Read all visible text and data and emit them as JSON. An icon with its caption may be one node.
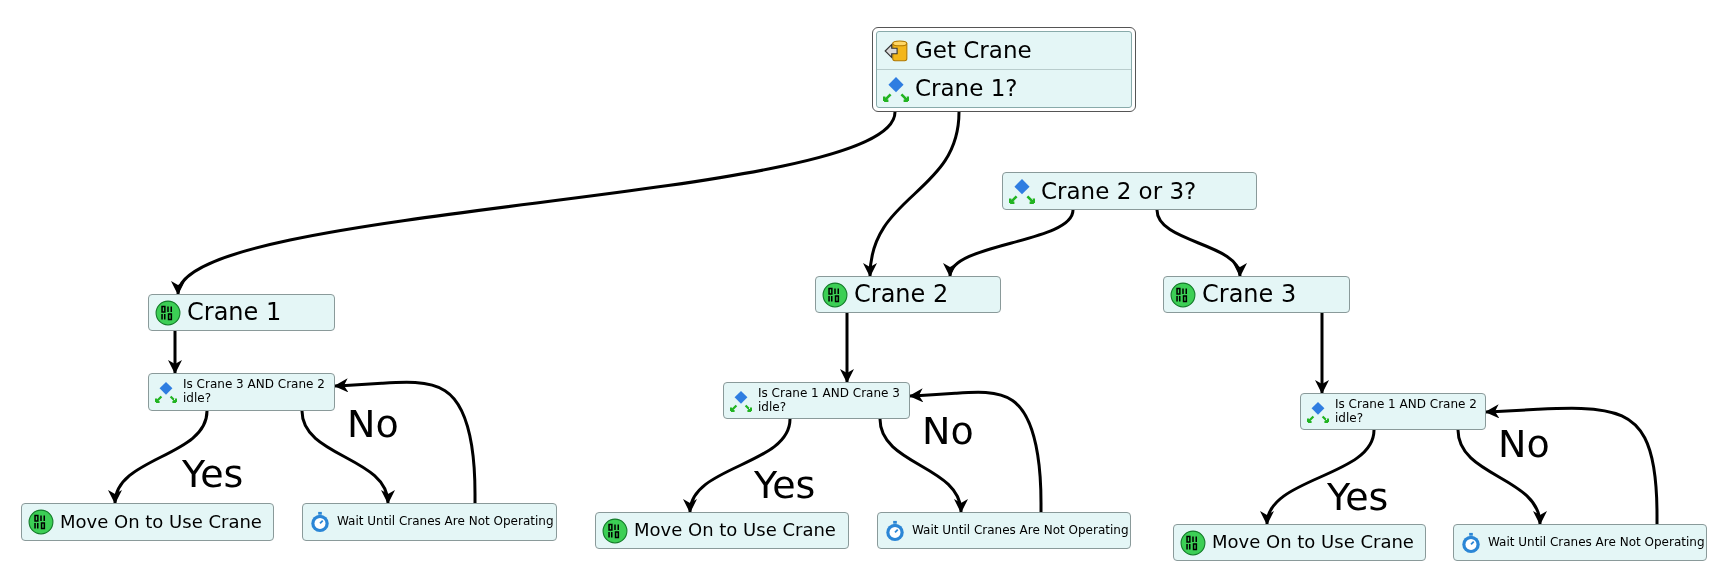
{
  "diagram": {
    "nodes": [
      {
        "text": [
          "Get Crane",
          "Crane 1?"
        ]
      },
      {
        "text": [
          "Crane 2 or 3?"
        ]
      },
      {
        "text": [
          "Crane 1"
        ]
      },
      {
        "text": [
          "Crane 2"
        ]
      },
      {
        "text": [
          "Crane 3"
        ]
      },
      {
        "text": [
          "Is Crane 3 AND Crane 2 idle?"
        ]
      },
      {
        "text": [
          "Is Crane 1 AND Crane 3 idle?"
        ]
      },
      {
        "text": [
          "Is Crane 1 AND Crane 2 idle?"
        ]
      },
      {
        "text": [
          "Move On to Use Crane"
        ]
      },
      {
        "text": [
          "Wait Until Cranes Are Not Operating"
        ]
      },
      {
        "text": [
          "Move On to Use Crane"
        ]
      },
      {
        "text": [
          "Wait Until Cranes Are Not Operating"
        ]
      },
      {
        "text": [
          "Move On to Use Crane"
        ]
      },
      {
        "text": [
          "Wait Until Cranes Are Not Operating"
        ]
      }
    ],
    "edges": [
      {
        "from": 0,
        "to": 2,
        "arrow": "to"
      },
      {
        "from": 0,
        "to": 3,
        "arrow": "to"
      },
      {
        "from": 1,
        "to": 3,
        "arrow": "to"
      },
      {
        "from": 1,
        "to": 4,
        "arrow": "to"
      },
      {
        "from": 2,
        "to": 5,
        "arrow": "to"
      },
      {
        "from": 3,
        "to": 6,
        "arrow": "to"
      },
      {
        "from": 4,
        "to": 7,
        "arrow": "to"
      },
      {
        "from": 5,
        "to": 8,
        "arrow": "to",
        "label": "Yes"
      },
      {
        "from": 5,
        "to": 9,
        "arrow": "to",
        "label": "No"
      },
      {
        "from": 9,
        "to": 5,
        "arrow": "to"
      },
      {
        "from": 6,
        "to": 10,
        "arrow": "to",
        "label": "Yes"
      },
      {
        "from": 6,
        "to": 11,
        "arrow": "to",
        "label": "No"
      },
      {
        "from": 11,
        "to": 6,
        "arrow": "to"
      },
      {
        "from": 7,
        "to": 12,
        "arrow": "to",
        "label": "Yes"
      },
      {
        "from": 7,
        "to": 13,
        "arrow": "to",
        "label": "No"
      },
      {
        "from": 13,
        "to": 7,
        "arrow": "to"
      }
    ]
  }
}
